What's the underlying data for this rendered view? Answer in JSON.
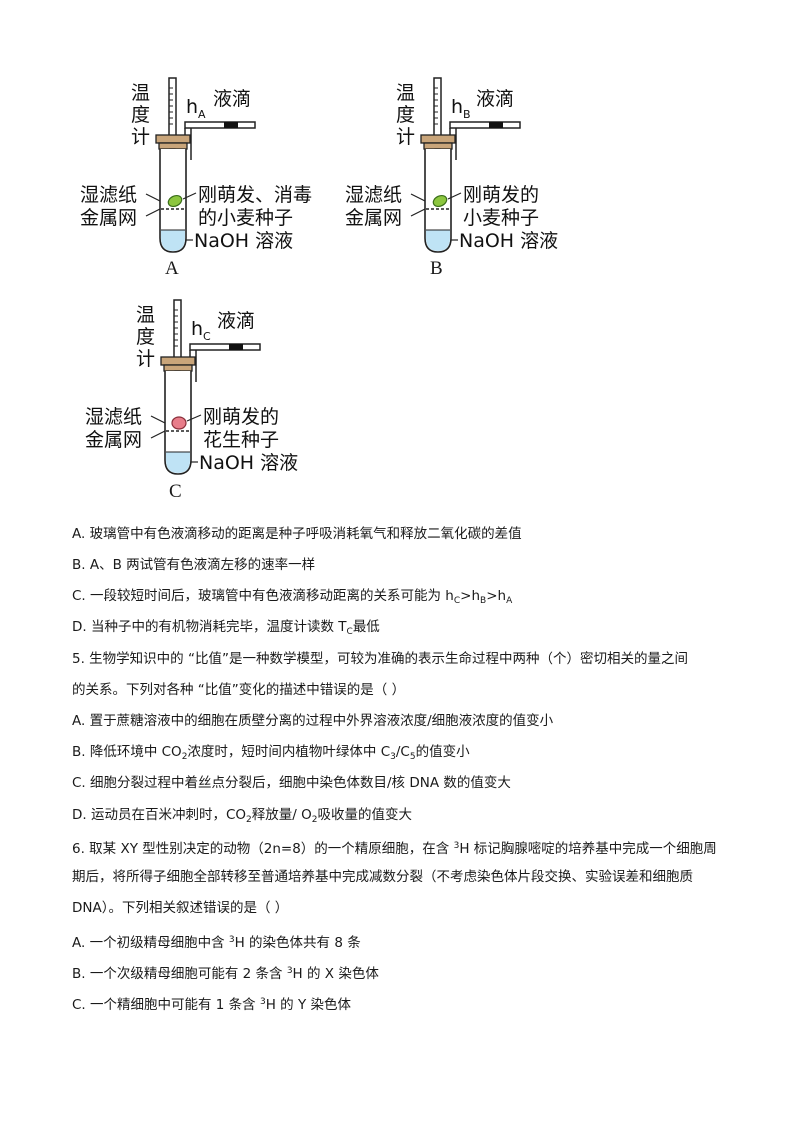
{
  "diagram": {
    "label_thermometer": [
      "温",
      "度",
      "计"
    ],
    "label_droplet": "液滴",
    "h_letter": "h",
    "subs": [
      "A",
      "B",
      "C"
    ],
    "label_wet_paper": "湿滤纸",
    "label_metal_net": "金属网",
    "label_naoh": "NaOH 溶液",
    "seed_A": [
      "刚萌发、消毒",
      "的小麦种子"
    ],
    "seed_B": [
      "刚萌发的",
      "小麦种子"
    ],
    "seed_C": [
      "刚萌发的",
      "花生种子"
    ],
    "captions": [
      "A",
      "B",
      "C"
    ],
    "colors": {
      "seed_wheat": "#8cc63f",
      "seed_peanut": "#e87d8a",
      "solution": "#bfe3f5",
      "stopper": "#c9a57a"
    }
  },
  "options_q4": {
    "A": "A.  玻璃管中有色液滴移动的距离是种子呼吸消耗氧气和释放二氧化碳的差值",
    "B": "B. A、B 两试管有色液滴左移的速率一样",
    "C_pre": "C.  一段较短时间后，玻璃管中有色液滴移动距离的关系可能为 h",
    "C_s1": "C",
    "C_g1": ">h",
    "C_s2": "B",
    "C_g2": ">h",
    "C_s3": "A",
    "D_pre": "D.  当种子中的有机物消耗完毕，温度计读数 T",
    "D_sub": "C",
    "D_post": "最低"
  },
  "q5": {
    "stem1": "5.  生物学知识中的 “比值”是一种数学模型，可较为准确的表示生命过程中两种（个）密切相关的量之间",
    "stem2": "的关系。下列对各种 “比值”变化的描述中错误的是（        ）",
    "A": "A.  置于蔗糖溶液中的细胞在质壁分离的过程中外界溶液浓度/细胞液浓度的值变小",
    "B_pre": "B.  降低环境中 CO",
    "B_s1": "2",
    "B_mid": "浓度时，短时间内植物叶绿体中 C",
    "B_s2": "3",
    "B_mid2": "/C",
    "B_s3": "5",
    "B_post": "的值变小",
    "C": "C.  细胞分裂过程中着丝点分裂后，细胞中染色体数目/核 DNA 数的值变大",
    "D_pre": "D.  运动员在百米冲刺时，CO",
    "D_s1": "2",
    "D_mid": "释放量/ O",
    "D_s2": "2",
    "D_post": "吸收量的值变大"
  },
  "q6": {
    "stem1_pre": "6.  取某 XY 型性别决定的动物（2n=8）的一个精原细胞，在含 ",
    "sup": "3",
    "stem1_post": "H 标记胸腺嘧啶的培养基中完成一个细胞周",
    "stem2": "期后，将所得子细胞全部转移至普通培养基中完成减数分裂（不考虑染色体片段交换、实验误差和细胞质",
    "stem3": "DNA）。下列相关叙述错误的是（        ）",
    "A_pre": "A.  一个初级精母细胞中含 ",
    "A_post": "H 的染色体共有 8 条",
    "B_pre": "B.  一个次级精母细胞可能有 2 条含 ",
    "B_post": "H 的 X 染色体",
    "C_pre": "C.  一个精细胞中可能有 1 条含 ",
    "C_post": "H 的 Y 染色体"
  }
}
